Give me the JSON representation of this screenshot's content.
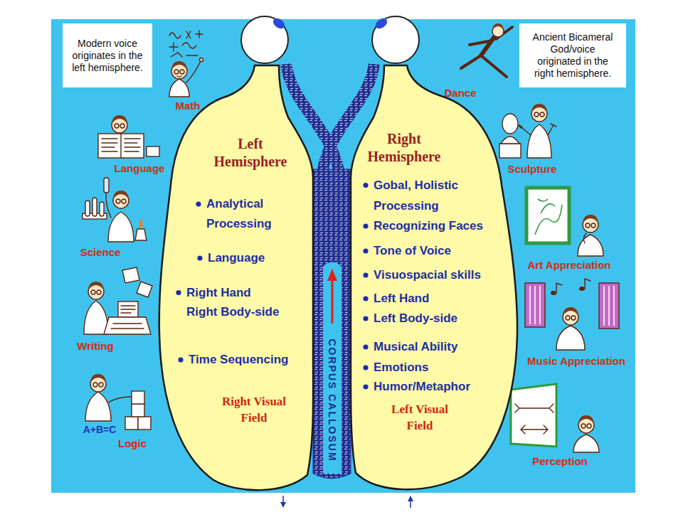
{
  "diagram": {
    "nodes": [
      {
        "text": [
          "Modern voice originates in the left hemisphere."
        ]
      },
      {
        "text": [
          "Ancient Bicameral God/voice originated in the right hemisphere."
        ]
      },
      {
        "text": [
          "Left Hemisphere",
          "Analytical Processing",
          "Language",
          "Right Hand Right Body-side",
          "Time Sequencing",
          "Right Visual Field"
        ]
      },
      {
        "text": [
          "CORPUS CALLOSUM"
        ]
      },
      {
        "text": [
          "Right Hemisphere",
          "Gobal, Holistic Processing",
          "Recognizing Faces",
          "Tone of Voice",
          "Visuospacial skills",
          "Left Hand",
          "Left Body-side",
          "Musical Ability",
          "Emotions",
          "Humor/Metaphor",
          "Left Visual Field"
        ]
      }
    ],
    "labels": [
      "Math",
      "Language",
      "Science",
      "Writing",
      "A+B=C",
      "Logic",
      "Dance",
      "Sculpture",
      "Art Appreciation",
      "Music Appreciation",
      "Perception"
    ]
  }
}
